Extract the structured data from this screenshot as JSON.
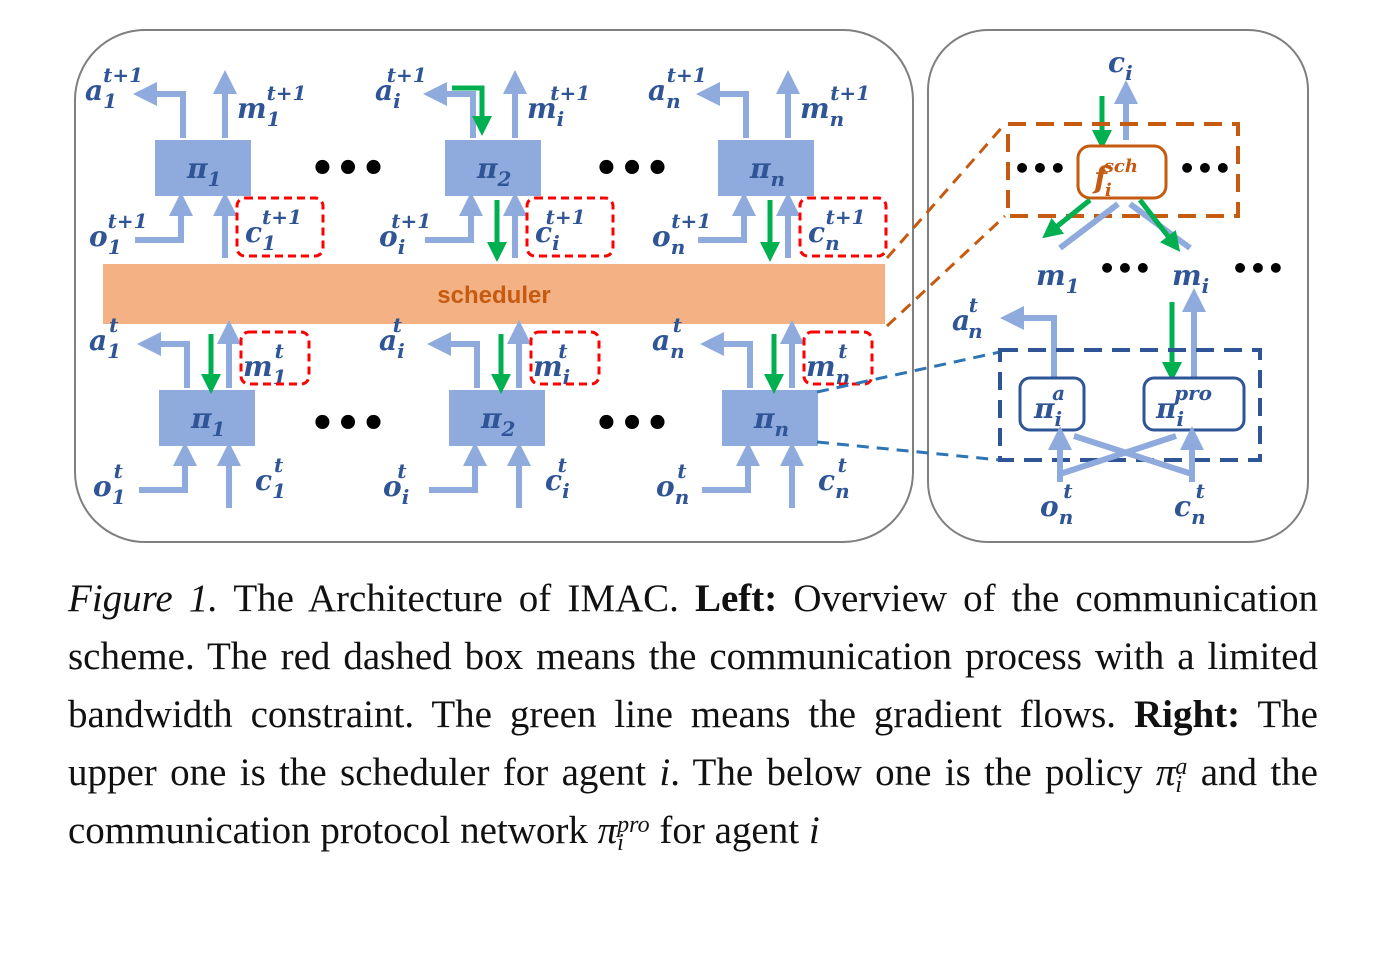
{
  "diagram": {
    "scheduler_label": "scheduler",
    "dots": "•••",
    "top_row": [
      {
        "pi": "π",
        "pi_sub": "1",
        "a": "a",
        "a_sub": "1",
        "a_sup": "t+1",
        "m": "m",
        "m_sub": "1",
        "m_sup": "t+1",
        "o": "o",
        "o_sub": "1",
        "o_sup": "t+1",
        "c": "c",
        "c_sub": "1",
        "c_sup": "t+1"
      },
      {
        "pi": "π",
        "pi_sub": "2",
        "a": "a",
        "a_sub": "i",
        "a_sup": "t+1",
        "m": "m",
        "m_sub": "i",
        "m_sup": "t+1",
        "o": "o",
        "o_sub": "i",
        "o_sup": "t+1",
        "c": "c",
        "c_sub": "i",
        "c_sup": "t+1"
      },
      {
        "pi": "π",
        "pi_sub": "n",
        "a": "a",
        "a_sub": "n",
        "a_sup": "t+1",
        "m": "m",
        "m_sub": "n",
        "m_sup": "t+1",
        "o": "o",
        "o_sub": "n",
        "o_sup": "t+1",
        "c": "c",
        "c_sub": "n",
        "c_sup": "t+1"
      }
    ],
    "bottom_row": [
      {
        "pi": "π",
        "pi_sub": "1",
        "a": "a",
        "a_sub": "1",
        "a_sup": "t",
        "m": "m",
        "m_sub": "1",
        "m_sup": "t",
        "o": "o",
        "o_sub": "1",
        "o_sup": "t",
        "c": "c",
        "c_sub": "1",
        "c_sup": "t"
      },
      {
        "pi": "π",
        "pi_sub": "2",
        "a": "a",
        "a_sub": "i",
        "a_sup": "t",
        "m": "m",
        "m_sub": "i",
        "m_sup": "t",
        "o": "o",
        "o_sub": "i",
        "o_sup": "t",
        "c": "c",
        "c_sub": "i",
        "c_sup": "t"
      },
      {
        "pi": "π",
        "pi_sub": "n",
        "a": "a",
        "a_sub": "n",
        "a_sup": "t",
        "m": "m",
        "m_sub": "n",
        "m_sup": "t",
        "o": "o",
        "o_sub": "n",
        "o_sup": "t",
        "c": "c",
        "c_sub": "n",
        "c_sup": "t"
      }
    ],
    "right": {
      "c_label": "c",
      "c_sub": "i",
      "f_label": "f",
      "f_sub": "i",
      "f_sup": "sch",
      "m1": "m",
      "m1_sub": "1",
      "mi": "m",
      "mi_sub": "i",
      "an": "a",
      "an_sub": "n",
      "an_sup": "t",
      "pia": "π",
      "pia_sub": "i",
      "pia_sup": "a",
      "pipro": "π",
      "pipro_sub": "i",
      "pipro_sup": "pro",
      "on": "o",
      "on_sub": "n",
      "on_sup": "t",
      "cn": "c",
      "cn_sub": "n",
      "cn_sup": "t"
    },
    "colors": {
      "block": "#8faadc",
      "arrow": "#8faadc",
      "gradient": "#00b050",
      "scheduler": "#f4b183",
      "red_dash": "#ff0000",
      "orange_dash": "#c55a11",
      "blue_dash": "#2f5597",
      "text_blue": "#2f5597"
    }
  },
  "caption": {
    "fig_label": "Figure 1.",
    "title": " The Architecture of IMAC. ",
    "left_bold": "Left:",
    "left_text": " Overview of the communication scheme. The red dashed box means the communication process with a limited bandwidth constraint. The green line means the gradient flows. ",
    "right_bold": "Right:",
    "right_text_1": " The upper one is the scheduler for agent ",
    "agent_i": "i",
    "right_text_2": ". The below one is the policy ",
    "policy_pi": "π",
    "policy_sup": "a",
    "policy_sub": "i",
    "right_text_3": " and the communication protocol network ",
    "proto_pi": "π",
    "proto_sup": "pro",
    "proto_sub": "i",
    "right_text_4": " for agent ",
    "agent_i2": "i"
  }
}
